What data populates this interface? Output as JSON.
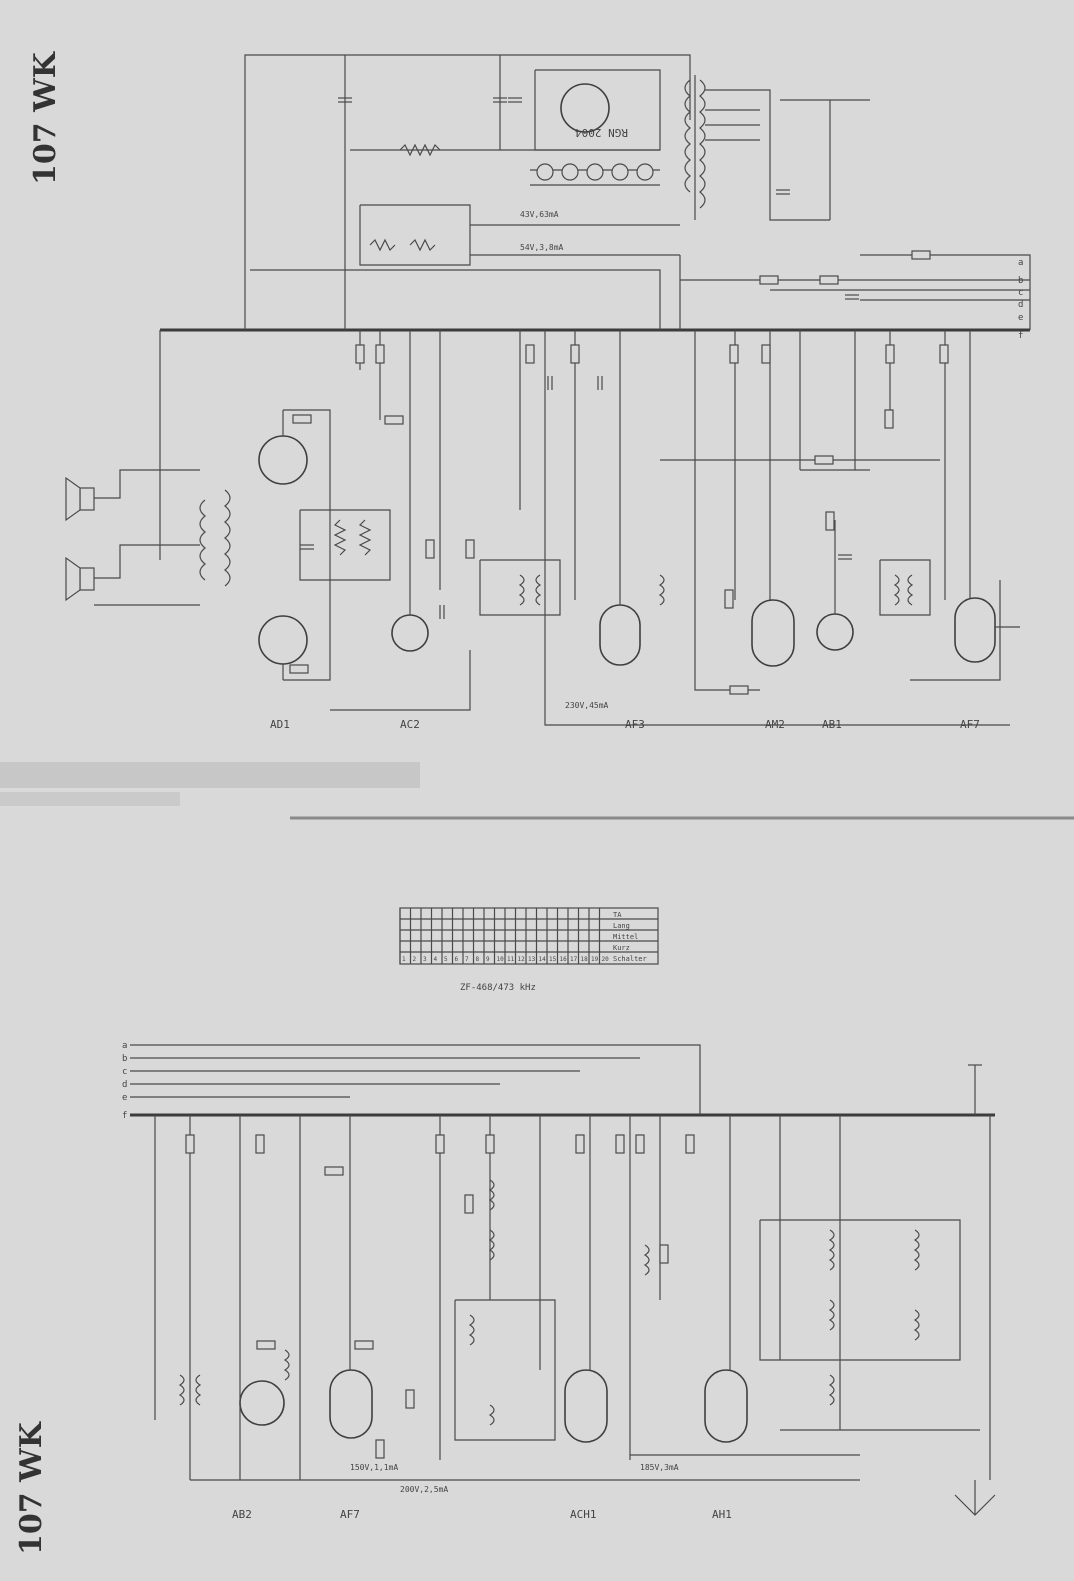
{
  "model": "107 WK",
  "top_circuit": {
    "tubes": [
      "AD1",
      "AC2",
      "AF3",
      "AM2",
      "AB1",
      "AF7"
    ],
    "rectifier": "RGN 2004",
    "bus_terminals": [
      "a",
      "b",
      "c",
      "d",
      "e",
      "f"
    ],
    "annotations": [
      "43V,63mA",
      "54V,3,8mA",
      "230V,45mA"
    ]
  },
  "bottom_circuit": {
    "tubes": [
      "AB2",
      "AF7",
      "ACH1",
      "AH1"
    ],
    "bus_terminals": [
      "a",
      "b",
      "c",
      "d",
      "e",
      "f"
    ],
    "annotations": [
      "150V,1,1mA",
      "200V,2,5mA",
      "185V,3mA"
    ]
  },
  "switch_table": {
    "caption": "ZF-468/473 kHz",
    "columns": [
      "1",
      "2",
      "3",
      "4",
      "5",
      "6",
      "7",
      "8",
      "9",
      "10",
      "11",
      "12",
      "13",
      "14",
      "15",
      "16",
      "17",
      "18",
      "19",
      "20"
    ],
    "rows": [
      "Schalter",
      "Kurz",
      "Mittel",
      "Lang",
      "TA"
    ]
  }
}
